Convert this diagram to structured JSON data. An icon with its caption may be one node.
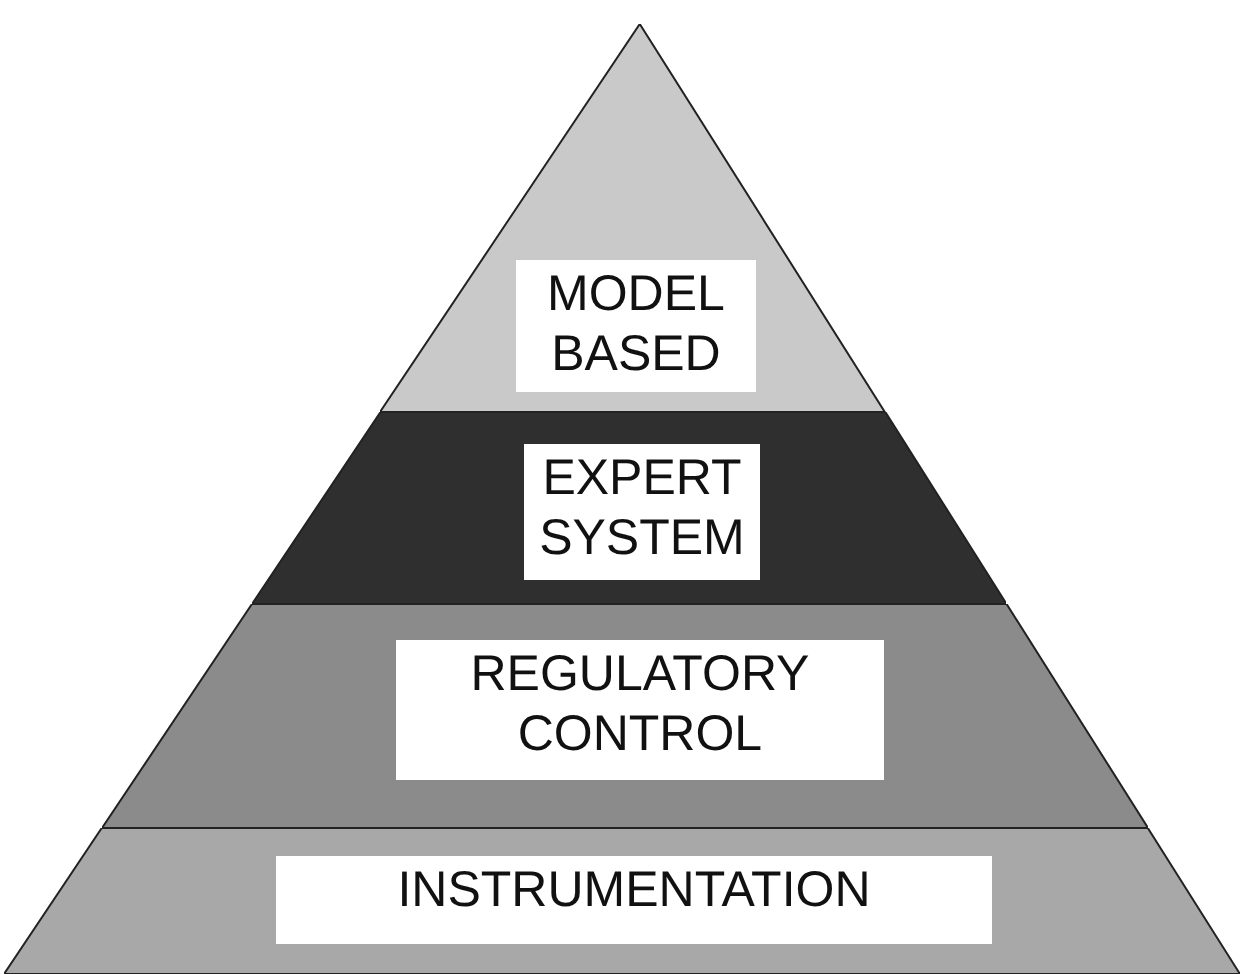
{
  "diagram": {
    "nodes": [
      {
        "text": [
          "MODEL BASED"
        ]
      },
      {
        "text": [
          "EXPERT SYSTEM"
        ]
      },
      {
        "text": [
          "REGULATORY CONTROL"
        ]
      },
      {
        "text": [
          "INSTRUMENTATION"
        ]
      }
    ]
  }
}
